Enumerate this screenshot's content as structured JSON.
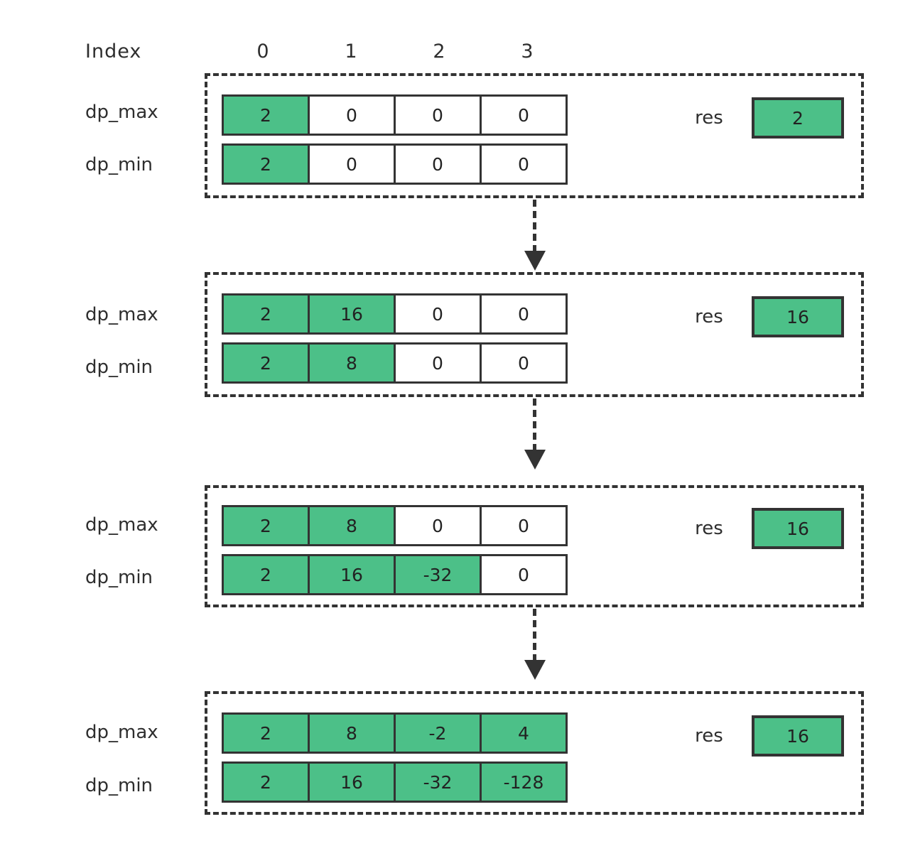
{
  "diagram": {
    "title_label": "Index",
    "column_headers": [
      "0",
      "1",
      "2",
      "3"
    ],
    "row_labels": {
      "max": "dp_max",
      "min": "dp_min"
    },
    "res_label": "res",
    "accent_color": "#4cc088",
    "line_color": "#333333",
    "steps": [
      {
        "dp_max": {
          "values": [
            "2",
            "0",
            "0",
            "0"
          ],
          "filled": [
            true,
            false,
            false,
            false
          ]
        },
        "dp_min": {
          "values": [
            "2",
            "0",
            "0",
            "0"
          ],
          "filled": [
            true,
            false,
            false,
            false
          ]
        },
        "res": "2"
      },
      {
        "dp_max": {
          "values": [
            "2",
            "16",
            "0",
            "0"
          ],
          "filled": [
            true,
            true,
            false,
            false
          ]
        },
        "dp_min": {
          "values": [
            "2",
            "8",
            "0",
            "0"
          ],
          "filled": [
            true,
            true,
            false,
            false
          ]
        },
        "res": "16"
      },
      {
        "dp_max": {
          "values": [
            "2",
            "8",
            "0",
            "0"
          ],
          "filled": [
            true,
            true,
            false,
            false
          ]
        },
        "dp_min": {
          "values": [
            "2",
            "16",
            "-32",
            "0"
          ],
          "filled": [
            true,
            true,
            true,
            false
          ]
        },
        "res": "16"
      },
      {
        "dp_max": {
          "values": [
            "2",
            "8",
            "-2",
            "4"
          ],
          "filled": [
            true,
            true,
            true,
            true
          ]
        },
        "dp_min": {
          "values": [
            "2",
            "16",
            "-32",
            "-128"
          ],
          "filled": [
            true,
            true,
            true,
            true
          ]
        },
        "res": "16"
      }
    ]
  }
}
